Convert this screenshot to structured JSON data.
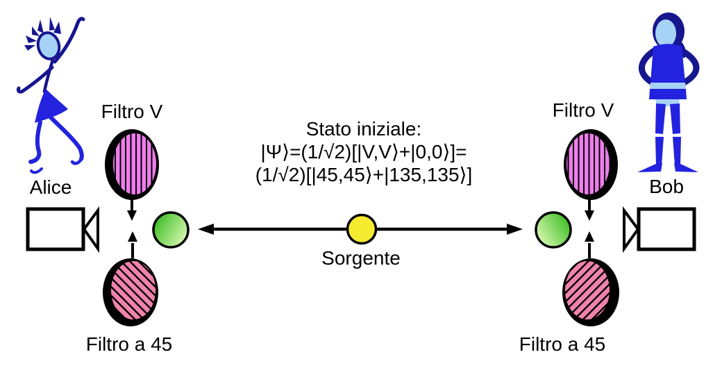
{
  "figures": {
    "alice": "Alice",
    "bob": "Bob"
  },
  "labels": {
    "filter_v_left": "Filtro V",
    "filter_v_right": "Filtro V",
    "filter_45_left": "Filtro a 45",
    "filter_45_right": "Filtro a 45",
    "source": "Sorgente"
  },
  "state": {
    "title": "Stato iniziale:",
    "line2": "|Ψ⟩=(1/√2)[|V,V⟩+|0,0⟩]=",
    "line3": "(1/√2)[|45,45⟩+|135,135⟩]"
  },
  "icons": {
    "camera_left": "video-camera-detector",
    "camera_right": "video-camera-detector",
    "filter_v": "vertical-stripe-polarizer",
    "filter_45": "diagonal-stripe-polarizer",
    "source_ball": "yellow-source-dot",
    "photon_ball": "green-photon-dot",
    "alice_figure": "dancing-stick-figure",
    "bob_figure": "standing-figure-hands-on-hips"
  },
  "colors": {
    "figure_navy": "#16168F",
    "figure_blue": "#2222DF",
    "skin_light_blue": "#A6D2F5",
    "filter_v_fill": "#EE7DEB",
    "filter_45_fill": "#F083AC",
    "source_yellow": "#F5EB30",
    "photon_green_dark": "#2FB816",
    "photon_green_light": "#D9F8B4",
    "outline_black": "#000000"
  }
}
